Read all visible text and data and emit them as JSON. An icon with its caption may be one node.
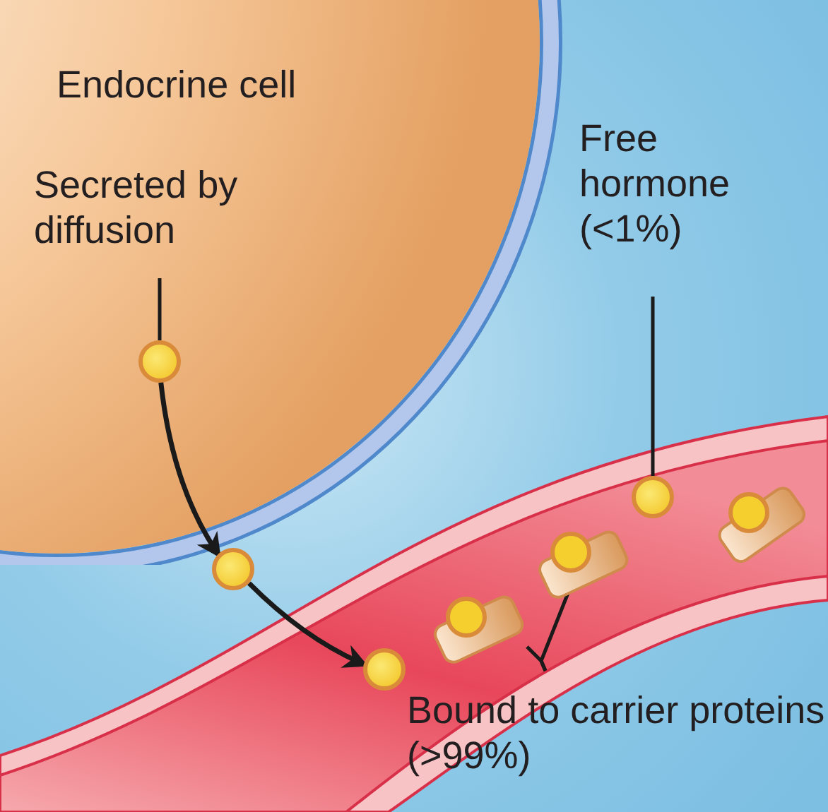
{
  "diagram": {
    "nodes": [
      {
        "text": [
          "Endocrine cell"
        ]
      },
      {
        "text": [
          "Secreted by diffusion"
        ],
        "in": 0
      },
      {
        "text": [],
        "shape": "circle",
        "in": 0
      },
      {
        "text": [],
        "shape": "circle"
      },
      {
        "text": [],
        "shape": "circle"
      },
      {
        "text": [
          "Free hormone (<1%)"
        ]
      },
      {
        "text": [],
        "shape": "circle"
      },
      {
        "text": [],
        "shape": "box"
      },
      {
        "text": [],
        "shape": "box"
      },
      {
        "text": [],
        "shape": "box"
      },
      {
        "text": [
          "Bound to carrier proteins (>99%)"
        ]
      }
    ],
    "edges": [
      {
        "from": 1,
        "to": 2,
        "arrow": "none"
      },
      {
        "from": 2,
        "to": 3,
        "arrow": "to"
      },
      {
        "from": 3,
        "to": 4,
        "arrow": "to"
      },
      {
        "from": 5,
        "to": 6,
        "arrow": "none"
      },
      {
        "from": 10,
        "to": 7,
        "arrow": "none"
      },
      {
        "from": 10,
        "to": 8,
        "arrow": "none"
      }
    ]
  }
}
